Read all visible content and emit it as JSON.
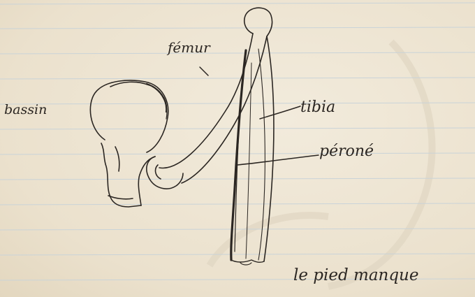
{
  "labels": {
    "bassin": "bassin",
    "femur": "fémur",
    "tibia": "tibia",
    "perone": "péroné",
    "pied": "le pied manque"
  },
  "colors": {
    "paper": "#efe7d6",
    "rule_lines": "#c9d3d8",
    "ink": "#2b2622"
  }
}
